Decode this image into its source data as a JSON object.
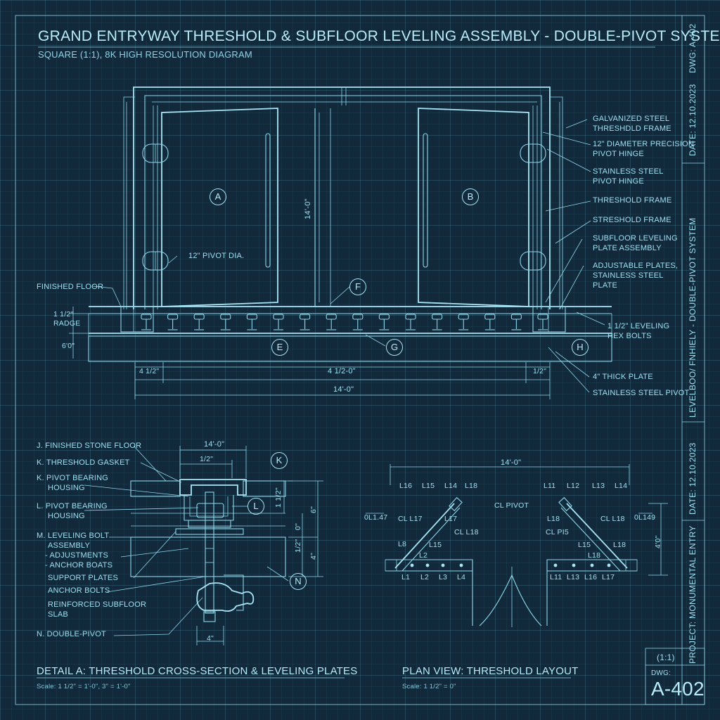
{
  "header": {
    "title": "GRAND ENTRYWAY THRESHOLD & SUBFLOOR LEVELING ASSEMBLY - DOUBLE-PIVOT SYSTEM",
    "subtitle": "SQUARE (1:1), 8K HIGH RESOLUTION DIAGRAM"
  },
  "title_block": {
    "dwg_top": "DWG: A-402",
    "date_top": "DATE: 12.10.2023",
    "system": "LEVELBOO/ FNHIELY - DOUBLE-PIVOT SYSTEM",
    "date_bottom": "DATE: 12.10.2023",
    "project": "PROJECT: MONUMENTAL ENTRY",
    "scale_ratio": "(1:1)",
    "dwg_label": "DWG:",
    "dwg_number": "A-402"
  },
  "elevation": {
    "circles": [
      "A",
      "B",
      "F",
      "E",
      "G",
      "H"
    ],
    "pivot_note": "12\" PIVOT DIA.",
    "height_dim": "14'-0\"",
    "left_labels": [
      "FINISHED FLOOR",
      "1 1/2\"",
      "RADGE",
      "6'0\""
    ],
    "right_labels": [
      "GALVANIZED STEEL",
      "THRESHDLD FRAME",
      "12\" DIAMETER PRECISION",
      "PIVOT HINGE",
      "STAINLESS STEEL",
      "PIVOT HINGE",
      "THRESHOLD FRAME",
      "STRESHOLD FRAME",
      "SUBFLOOR LEVELING",
      "PLATE ASSEMBLY",
      "ADJUSTABLE PLATES,",
      "STAINLESS STEEL",
      "PLATE",
      "1 1/2\" LEVELING",
      "HEX BOLTS",
      "4\" THICK PLATE",
      "STAINLESS STEEL PIVOT"
    ],
    "dims": [
      "4 1/2-0\"",
      "1/2\"",
      "4 1/2\"",
      "14'-0\""
    ]
  },
  "detail_a": {
    "labels": [
      "J. FINISHED STONE FLOOR",
      "K. THRESHOLD GASKET",
      "K. PIVOT BEARING",
      "HOUSING",
      "L. PIVOT BEARING",
      "HOUSING",
      "M. LEVELING BOLT",
      "ASSEMBLY",
      "- ADJUSTMENTS",
      "- ANCHOR BOATS",
      "SUPPORT PLATES",
      "ANCHOR BOLTS",
      "REINFORCED SUBFLOOR",
      "SLAB",
      "N. DOUBLE-PIVOT"
    ],
    "circles": [
      "K",
      "L",
      "N"
    ],
    "dims": [
      "14'-0\"",
      "1/2\"",
      "1 1/2\"",
      "6\"",
      "0\"",
      "1/2\"",
      "4\"",
      "4\""
    ],
    "caption": "DETAIL A: THRESHOLD CROSS-SECTION & LEVELING PLATES",
    "scale": "Scale: 1 1/2\" = 1'-0\", 3\" = 1'-0\""
  },
  "plan_view": {
    "top_dim": "14'-0\"",
    "top_left": [
      "L16",
      "L15",
      "L14",
      "L18"
    ],
    "top_right": [
      "L11",
      "L12",
      "L13",
      "L14"
    ],
    "center_label": "CL PIVOT",
    "left_side": "0L1.47",
    "right_side": "0L149",
    "left_callouts": [
      "CL L17",
      "L17",
      "CL L18",
      "L8",
      "L15",
      "L2"
    ],
    "right_callouts": [
      "L18",
      "CL L18",
      "CL PI5",
      "L15",
      "L18",
      "L18"
    ],
    "bottom_left": [
      "L1",
      "L2",
      "L3",
      "L4"
    ],
    "bottom_right": [
      "L11",
      "L13",
      "L16",
      "L17"
    ],
    "side_dim": "4'0\"",
    "caption": "PLAN VIEW: THRESHOLD LAYOUT",
    "scale": "Scale: 1 1/2\" = 0\""
  }
}
